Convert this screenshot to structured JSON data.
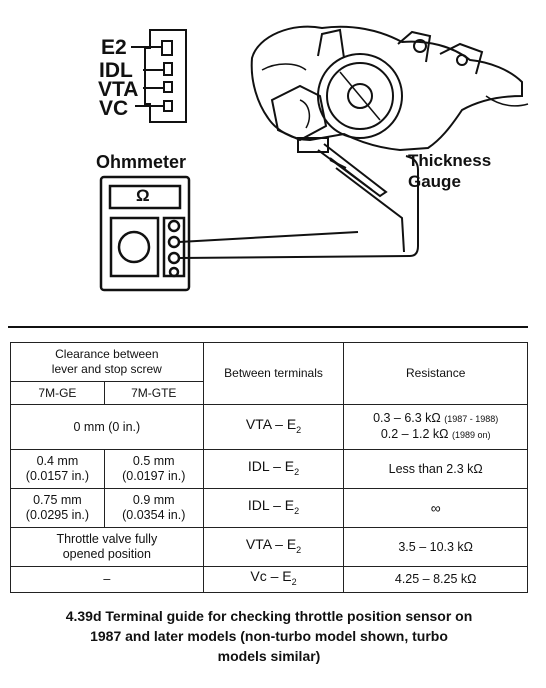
{
  "connector": {
    "terminals": [
      "E2",
      "IDL",
      "VTA",
      "VC"
    ]
  },
  "labels": {
    "ohmmeter": "Ohmmeter",
    "ohm_symbol": "Ω",
    "thickness_line1": "Thickness",
    "thickness_line2": "Gauge"
  },
  "table": {
    "header": {
      "clearance_line1": "Clearance between",
      "clearance_line2": "lever and stop screw",
      "model_1": "7M-GE",
      "model_2": "7M-GTE",
      "between": "Between terminals",
      "resistance": "Resistance"
    },
    "rows": [
      {
        "clearance": "0 mm (0 in.)",
        "terminals": "VTA – E",
        "terminals_sub": "2",
        "resistance_1": "0.3 – 6.3 kΩ",
        "resistance_1_note": "(1987 - 1988)",
        "resistance_2": "0.2 – 1.2 kΩ",
        "resistance_2_note": "(1989 on)"
      },
      {
        "ge_1": "0.4 mm",
        "ge_2": "(0.0157 in.)",
        "gte_1": "0.5 mm",
        "gte_2": "(0.0197 in.)",
        "terminals": "IDL – E",
        "terminals_sub": "2",
        "resistance": "Less than 2.3 kΩ"
      },
      {
        "ge_1": "0.75 mm",
        "ge_2": "(0.0295 in.)",
        "gte_1": "0.9 mm",
        "gte_2": "(0.0354 in.)",
        "terminals": "IDL – E",
        "terminals_sub": "2",
        "resistance": "∞"
      },
      {
        "clearance_1": "Throttle valve fully",
        "clearance_2": "opened position",
        "terminals": "VTA – E",
        "terminals_sub": "2",
        "resistance": "3.5 – 10.3 kΩ"
      },
      {
        "clearance": "–",
        "terminals": "Vc – E",
        "terminals_sub": "2",
        "resistance": "4.25 – 8.25 kΩ"
      }
    ]
  },
  "caption": {
    "line1": "4.39d  Terminal guide for checking throttle position sensor on",
    "line2": "1987 and later models (non-turbo model shown, turbo",
    "line3": "models similar)"
  }
}
